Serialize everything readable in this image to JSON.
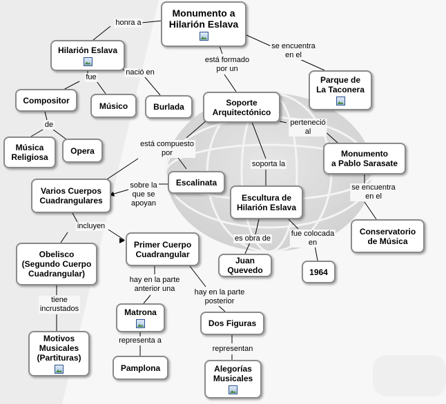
{
  "nodes": {
    "monumento_eslava": "Monumento a\nHilarión Eslava",
    "hilarion_eslava": "Hilarión Eslava",
    "parque_taconera": "Parque de\nLa Taconera",
    "compositor": "Compositor",
    "musico": "Músico",
    "burlada": "Burlada",
    "soporte": "Soporte\nArquitectónico",
    "musica_religiosa": "Música\nReligiosa",
    "opera": "Opera",
    "monumento_sarasate": "Monumento\na Pablo Sarasate",
    "escalinata": "Escalinata",
    "varios_cuerpos": "Varios Cuerpos\nCuadrangulares",
    "escultura": "Escultura de\nHilarión Eslava",
    "conservatorio": "Conservatorio\nde Música",
    "obelisco": "Obelisco\n(Segundo Cuerpo\nCuadrangular)",
    "primer_cuerpo": "Primer Cuerpo\nCuadrangular",
    "juan_quevedo": "Juan Quevedo",
    "anio_1964": "1964",
    "matrona": "Matrona",
    "dos_figuras": "Dos Figuras",
    "motivos": "Motivos\nMusicales\n(Partituras)",
    "pamplona": "Pamplona",
    "alegorias": "Alegorías\nMusicales"
  },
  "links": {
    "honra_a": "honra a",
    "se_encuentra_1": "se encuentra\nen el",
    "esta_formado": "está formado\npor un",
    "fue": "fue",
    "nacio_en": "nació en",
    "de": "de",
    "pertenecio": "perteneció\nal",
    "esta_compuesto": "está compuesto\npor",
    "soporta_la": "soporta la",
    "se_encuentra_2": "se encuentra\nen el",
    "sobre_la": "sobre la\nque se\napoyan",
    "incluyen": "incluyen",
    "es_obra_de": "es obra de",
    "fue_colocada": "fue colocada\nen",
    "parte_anterior": "hay en la parte\nanterior una",
    "parte_posterior": "hay en la parte\nposterior",
    "tiene_incrustados": "tiene\nincrustados",
    "representa_a": "representa a",
    "representan": "representan"
  },
  "image_icons": [
    "image-icon",
    "image-icon",
    "image-icon",
    "image-icon",
    "image-icon",
    "image-icon"
  ]
}
